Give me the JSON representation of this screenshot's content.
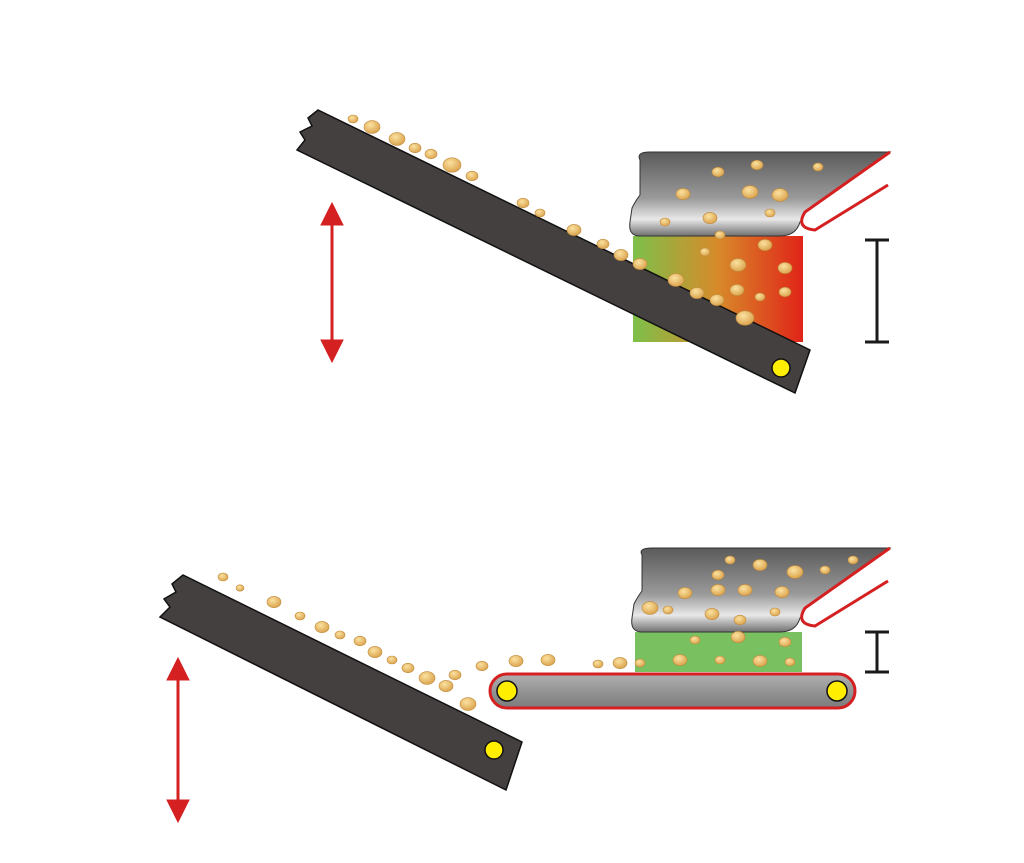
{
  "colors": {
    "belt": "#454040",
    "arrow": "#d42020",
    "roller": "#ffee00",
    "potato": "#e6b560",
    "plate": "#8a8a8a",
    "gap_green": "#7dc04a",
    "gap_red": "#e02418",
    "marker": "#1a1a1a"
  },
  "scenes": [
    {
      "name": "steep-chute-large-gap",
      "gap_size": "large"
    },
    {
      "name": "shallow-chute-with-feed-belt-small-gap",
      "gap_size": "small"
    }
  ]
}
